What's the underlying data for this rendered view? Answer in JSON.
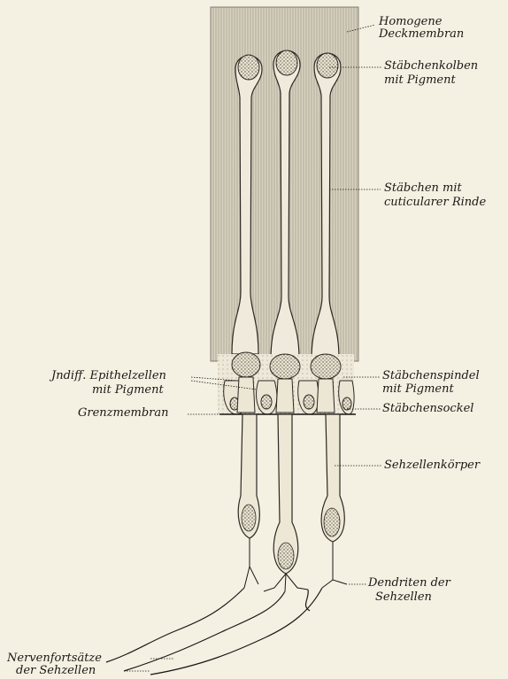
{
  "labels": {
    "homogene": "Homogene",
    "deckmembran": "Deckmembran",
    "kolben_1": "Stäbchenkolben",
    "kolben_2": "mit Pigment",
    "staebchen_1": "Stäbchen mit",
    "staebchen_2": "cuticularer Rinde",
    "epithel_1": "Jndiff. Epithelzellen",
    "epithel_2": "mit Pigment",
    "spindel_1": "Stäbchenspindel",
    "spindel_2": "mit Pigment",
    "grenzmembran": "Grenzmembran",
    "sockel": "Stäbchensockel",
    "sehzellenkoerper": "Sehzellenkörper",
    "dendriten_1": "Dendriten der",
    "dendriten_2": "Sehzellen",
    "nerven_1": "Nervenfortsätze",
    "nerven_2": "der Sehzellen"
  },
  "colors": {
    "paper": "#f4f0e2",
    "ink": "#1a1814",
    "membrane_shade": "#c9c3b0"
  }
}
